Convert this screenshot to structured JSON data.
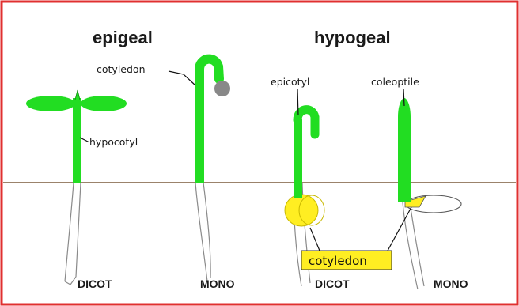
{
  "titles": {
    "epigeal": "epigeal",
    "hypogeal": "hypogeal"
  },
  "labels": {
    "cotyledon": "cotyledon",
    "hypocotyl": "hypocotyl",
    "epicotyl": "epicotyl",
    "coleoptile": "coleoptile",
    "cotyledon_box": "cotyledon"
  },
  "footers": {
    "epigeal_dicot": "DICOT",
    "epigeal_mono": "MONO",
    "hypogeal_dicot": "DICOT",
    "hypogeal_mono": "MONO"
  },
  "colors": {
    "frame": "#e03030",
    "plant_green": "#22dd22",
    "cotyledon_yellow": "#ffee22",
    "seed_grey": "#888888",
    "soil_line": "#7a5a3a"
  }
}
